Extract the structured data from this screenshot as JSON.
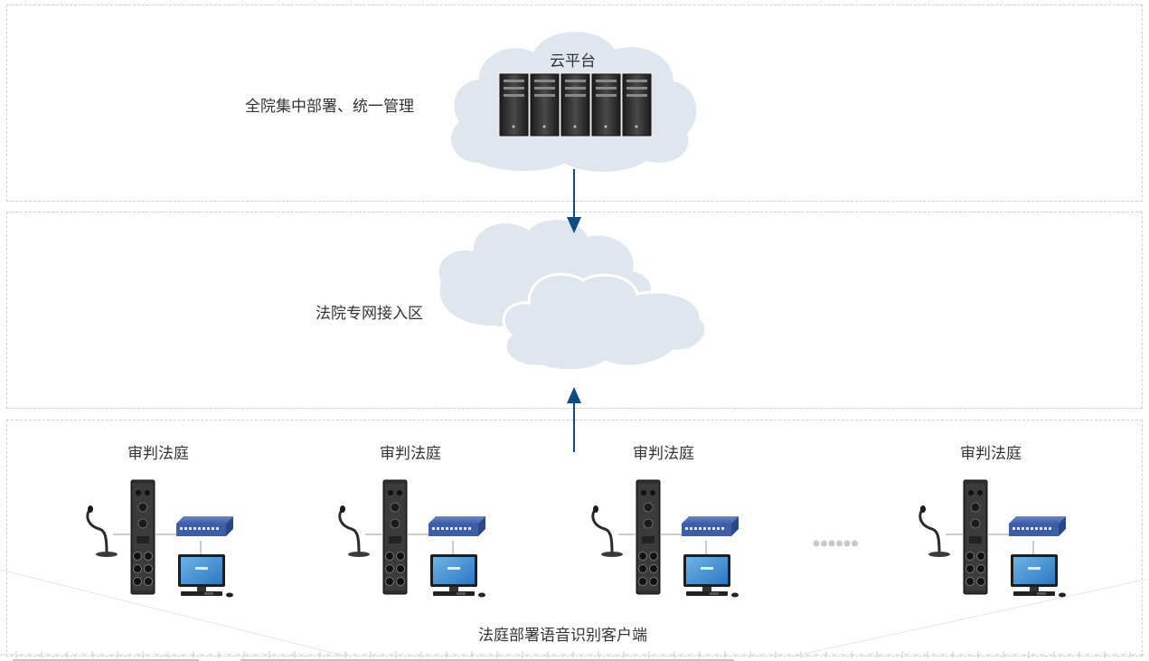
{
  "cloud_platform": {
    "label": "云平台",
    "description": "全院集中部署、统一管理"
  },
  "network_zone": {
    "label": "法院专网接入区"
  },
  "courts": [
    {
      "title": "审判法庭"
    },
    {
      "title": "审判法庭"
    },
    {
      "title": "审判法庭"
    },
    {
      "title": "审判法庭"
    }
  ],
  "courts_footer": "法庭部署语音识别客户端",
  "colors": {
    "arrow": "#0f4c81",
    "cloud": "#dfe6ee",
    "zone_border": "#cfcfcf",
    "switch": "#3e5fa8",
    "server": "#2a2a2a"
  }
}
